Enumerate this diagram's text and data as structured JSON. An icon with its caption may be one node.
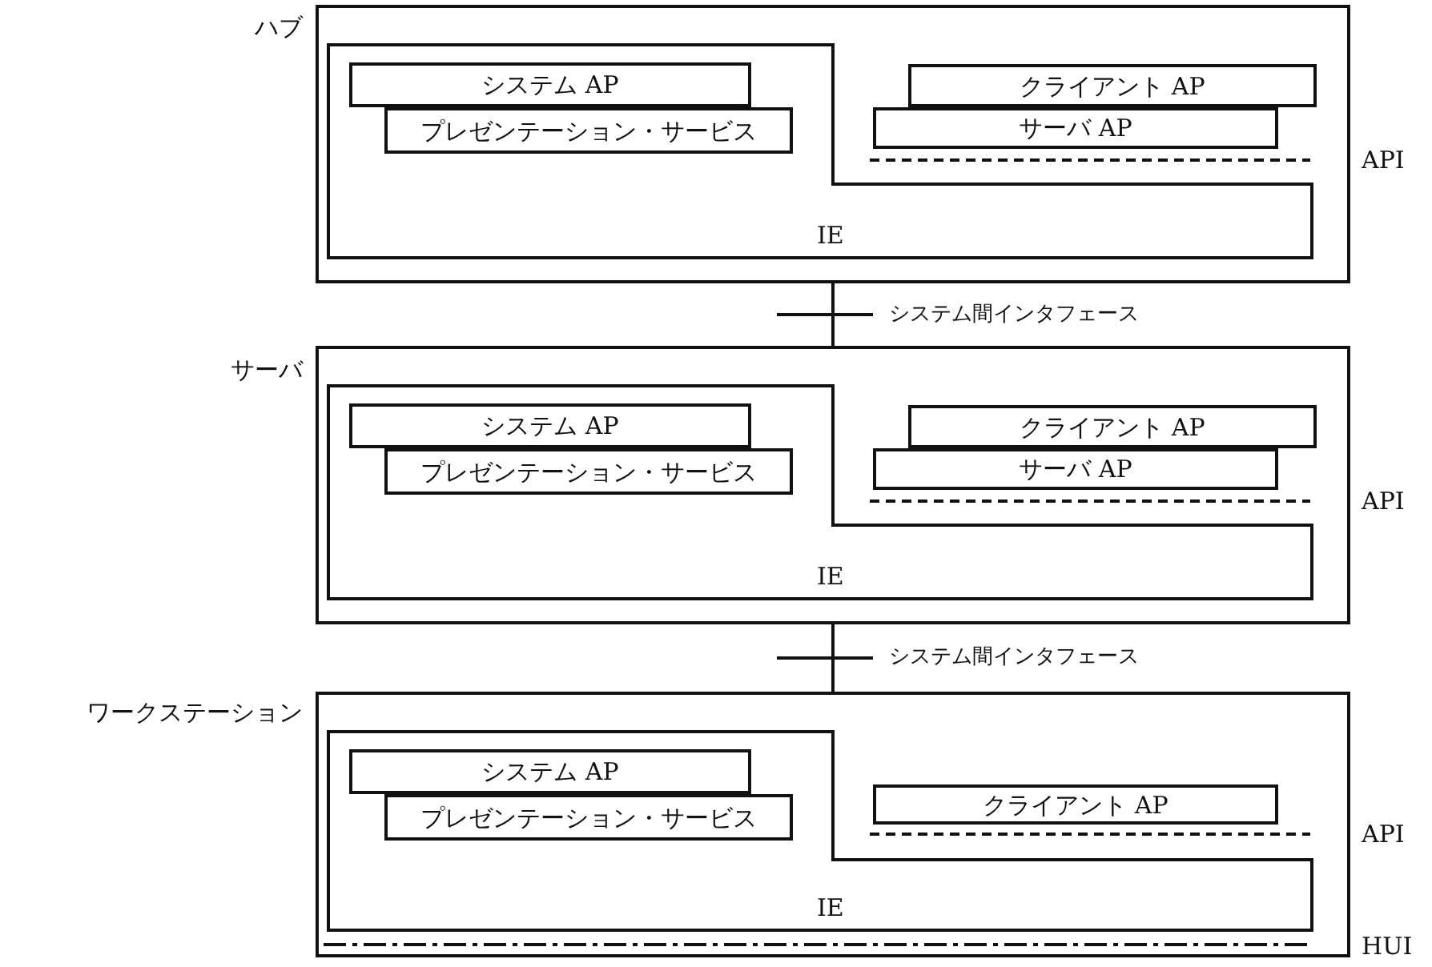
{
  "diagram": {
    "nodes": [
      {
        "text": [],
        "shape": "box",
        "beside": [
          "ハブ"
        ]
      },
      {
        "text": [
          "IE"
        ],
        "in": 0
      },
      {
        "text": [
          "システム AP"
        ],
        "in": 1
      },
      {
        "text": [
          "プレゼンテーション・サービス"
        ],
        "in": 1
      },
      {
        "text": [
          "クライアント AP"
        ],
        "in": 0
      },
      {
        "text": [
          "サーバ AP"
        ],
        "in": 0
      },
      {
        "text": [],
        "shape": "box",
        "beside": [
          "サーバ"
        ]
      },
      {
        "text": [
          "IE"
        ],
        "in": 6
      },
      {
        "text": [
          "システム AP"
        ],
        "in": 7
      },
      {
        "text": [
          "プレゼンテーション・サービス"
        ],
        "in": 7
      },
      {
        "text": [
          "クライアント AP"
        ],
        "in": 6
      },
      {
        "text": [
          "サーバ AP"
        ],
        "in": 6
      },
      {
        "text": [],
        "shape": "box",
        "beside": [
          "ワークステーション"
        ]
      },
      {
        "text": [
          "IE"
        ],
        "in": 12
      },
      {
        "text": [
          "システム AP"
        ],
        "in": 13
      },
      {
        "text": [
          "プレゼンテーション・サービス"
        ],
        "in": 13
      },
      {
        "text": [
          "クライアント AP"
        ],
        "in": 12
      }
    ],
    "edges": [
      {
        "from": 0,
        "to": 6,
        "arrow": "none",
        "label": "システム間インタフェース"
      },
      {
        "from": 6,
        "to": 12,
        "arrow": "none",
        "label": "システム間インタフェース"
      }
    ],
    "labels": [
      "API",
      "API",
      "API",
      "HUI"
    ]
  }
}
